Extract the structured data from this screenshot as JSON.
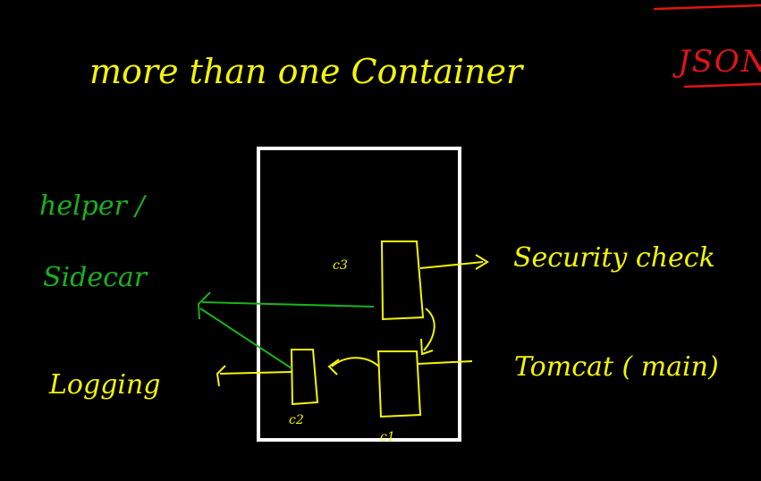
{
  "colors": {
    "background": "#000000",
    "yellow": "#f5f500",
    "green": "#19b21e",
    "red": "#e01515",
    "white": "#ffffff"
  },
  "texts": {
    "title": "more than one Container",
    "corner_note": "JSON",
    "side_note_line1": "helper /",
    "side_note_line2": "Sidecar",
    "logging": "Logging",
    "security": "Security check",
    "tomcat": "Tomcat ( main)",
    "c1": "c1",
    "c2": "c2",
    "c3": "c3"
  }
}
